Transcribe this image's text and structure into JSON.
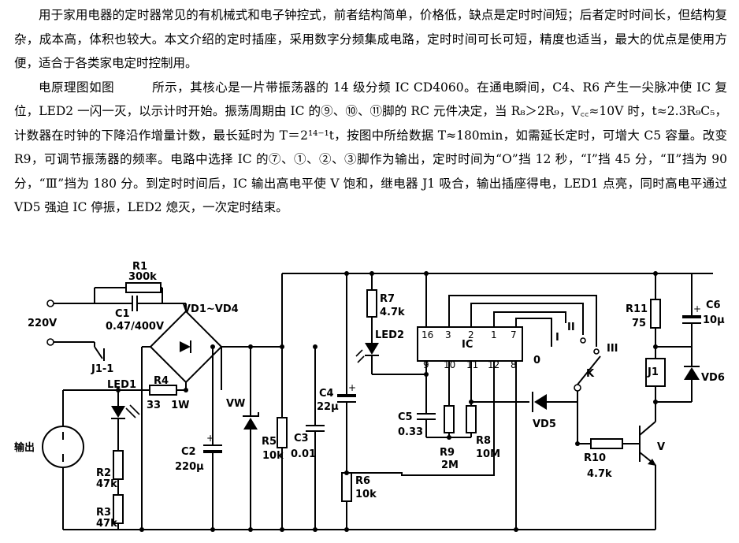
{
  "article": {
    "paragraph1": "用于家用电器的定时器常见的有机械式和电子钟控式，前者结构简单，价格低，缺点是定时时间短；后者定时时间长，但结构复杂，成本高，体积也较大。本文介绍的定时插座，采用数字分频集成电路，定时时间可长可短，精度也适当，最大的优点是使用方便，适合于各类家电定时控制用。",
    "paragraph2": "电原理图如图　　　所示，其核心是一片带振荡器的 14 级分频 IC CD4060。在通电瞬间，C4、R6 产生一尖脉冲使 IC 复位，LED2 一闪一灭，以示计时开始。振荡周期由 IC 的⑨、⑩、⑪脚的 RC 元件决定，当 R₈＞2R₉，V꜀꜀≈10V 时，t≈2.3R₉C₅，计数器在时钟的下降沿作增量计数，最长延时为 T＝2¹⁴⁻¹t，按图中所给数据 T≈180min，如需延长定时，可增大 C5 容量。改变 R9，可调节振荡器的频率。电路中选择 IC 的⑦、①、②、③脚作为输出，定时时间为“O”挡 12 秒，“I”挡 45 分，“Ⅱ”挡为 90 分，“Ⅲ”挡为 180 分。到定时时间后，IC 输出高电平使 V 饱和，继电器 J1 吸合，输出插座得电，LED1 点亮，同时高电平通过 VD5 强迫 IC 停振，LED2 熄灭，一次定时结束。"
  },
  "schematic": {
    "mains_label": "220V",
    "output_label": "输出",
    "relay_contact_label": "J1-1",
    "r1": {
      "name": "R1",
      "value": "300k"
    },
    "c1": {
      "name": "C1",
      "value": "0.47/400V"
    },
    "bridge_label": "VD1~VD4",
    "led1_label": "LED1",
    "r4": {
      "name": "R4",
      "value": "33　1W"
    },
    "r2": {
      "name": "R2",
      "value": "47k"
    },
    "r3": {
      "name": "R3",
      "value": "47k"
    },
    "c2": {
      "name": "C2",
      "value": "220μ"
    },
    "vw_label": "VW",
    "r5": {
      "name": "R5",
      "value": "10k"
    },
    "c3": {
      "name": "C3",
      "value": "0.01"
    },
    "c4": {
      "name": "C4",
      "value": "22μ"
    },
    "r6": {
      "name": "R6",
      "value": "10k"
    },
    "r7": {
      "name": "R7",
      "value": "4.7k"
    },
    "led2_label": "LED2",
    "ic_label": "IC",
    "ic_pins_top": [
      "16",
      "3",
      "2",
      "1",
      "7"
    ],
    "ic_pins_bottom": [
      "9",
      "10",
      "11",
      "12",
      "8"
    ],
    "c5": {
      "name": "C5",
      "value": "0.33"
    },
    "r9": {
      "name": "R9",
      "value": "2M"
    },
    "r8": {
      "name": "R8",
      "value": "10M"
    },
    "switch_positions": [
      "0",
      "I",
      "II",
      "III"
    ],
    "switch_label": "K",
    "vd5_label": "VD5",
    "r10": {
      "name": "R10",
      "value": "4.7k"
    },
    "transistor_label": "V",
    "r11": {
      "name": "R11",
      "value": "75"
    },
    "c6": {
      "name": "C6",
      "value": "10μ"
    },
    "relay_label": "J1",
    "vd6_label": "VD6"
  }
}
